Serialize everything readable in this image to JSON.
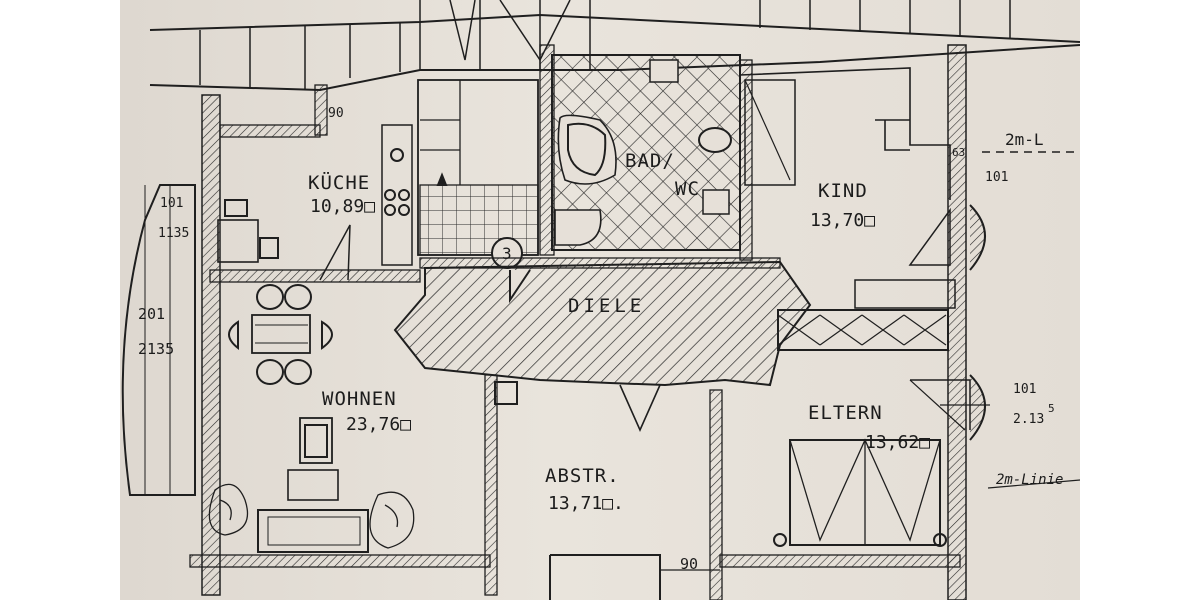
{
  "rooms": {
    "kueche": {
      "name": "KÜCHE",
      "area": "10,89□"
    },
    "bad": {
      "name": "BAD/",
      "name2": "WC"
    },
    "kind": {
      "name": "KIND",
      "area": "13,70□"
    },
    "diele": {
      "name": "DIELE"
    },
    "wohnen": {
      "name": "WOHNEN",
      "area": "23,76□"
    },
    "abstr": {
      "name": "ABSTR.",
      "area": "13,71□."
    },
    "eltern": {
      "name": "ELTERN",
      "area": "13,62□"
    }
  },
  "dimensions": {
    "kitchen_window_width": "90",
    "door_width_bottom": "90",
    "window_left_top_w": "101",
    "window_left_top_h": "1135",
    "window_left_mid_w": "201",
    "window_left_mid_h": "2135",
    "window_right_top_sill": "63",
    "window_right_top_w": "101",
    "window_right_bot_w": "101",
    "window_right_bot_h": "2.13",
    "window_right_bot_h_sup": "5",
    "stair_marker": "3"
  },
  "annotations": {
    "two_m_line_top": "2m-L",
    "two_m_line_bottom": "2m-Linie"
  },
  "colors": {
    "paper": "#e6e0d8",
    "ink": "#1c1c1c"
  }
}
